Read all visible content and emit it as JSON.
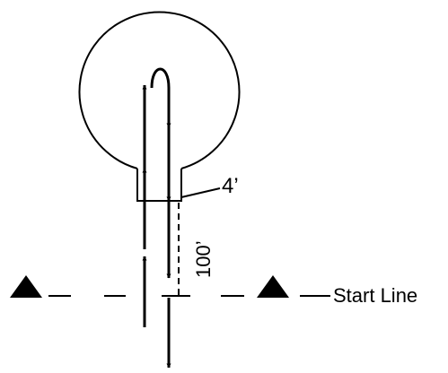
{
  "diagram": {
    "labels": {
      "width": "4’",
      "distance": "100’",
      "start_line": "Start Line"
    },
    "colors": {
      "stroke": "#000000",
      "background": "#ffffff"
    },
    "icons": [
      "cone-marker-left",
      "cone-marker-right"
    ]
  }
}
